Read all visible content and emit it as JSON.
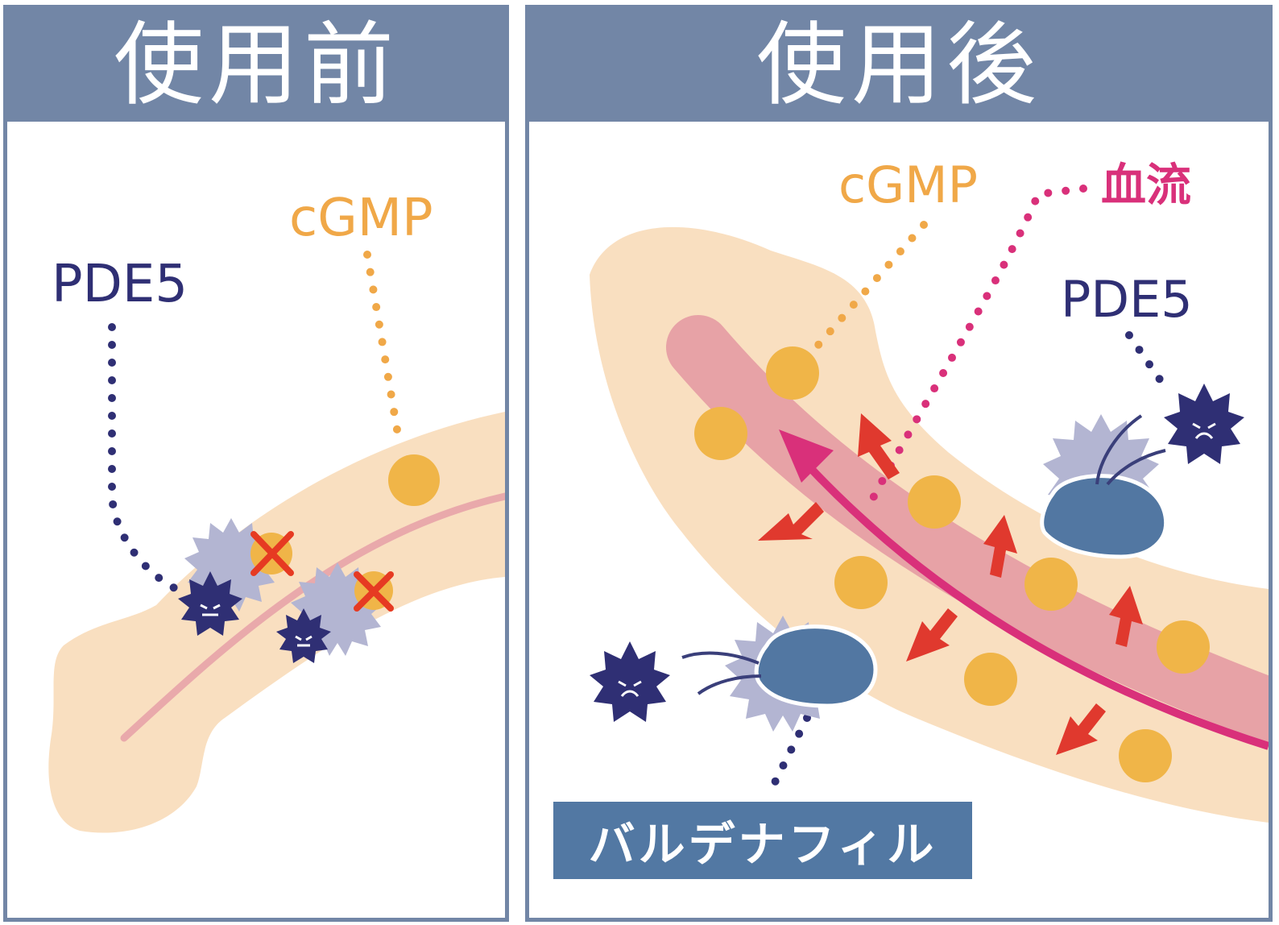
{
  "before": {
    "title": "使用前",
    "labels": {
      "pde5": "PDE5",
      "cgmp": "cGMP"
    }
  },
  "after": {
    "title": "使用後",
    "labels": {
      "cgmp": "cGMP",
      "blood_flow": "血流",
      "pde5": "PDE5",
      "drug": "バルデナフィル"
    }
  },
  "colors": {
    "header_bg": "#7286a6",
    "tissue": "#f9dfc0",
    "vessel": "#e7a2a6",
    "cgmp": "#f0b548",
    "pde5": "#2f2f74",
    "pde5_ghost": "#b3b5d2",
    "drug_block": "#5277a2",
    "blood_flow": "#d9307a",
    "arrow": "#e0392e",
    "inhibit_x": "#e63a22"
  },
  "icons": {
    "inhibition": "red-x-icon",
    "enzyme": "spiky-star-icon",
    "drug": "rounded-block-icon"
  }
}
